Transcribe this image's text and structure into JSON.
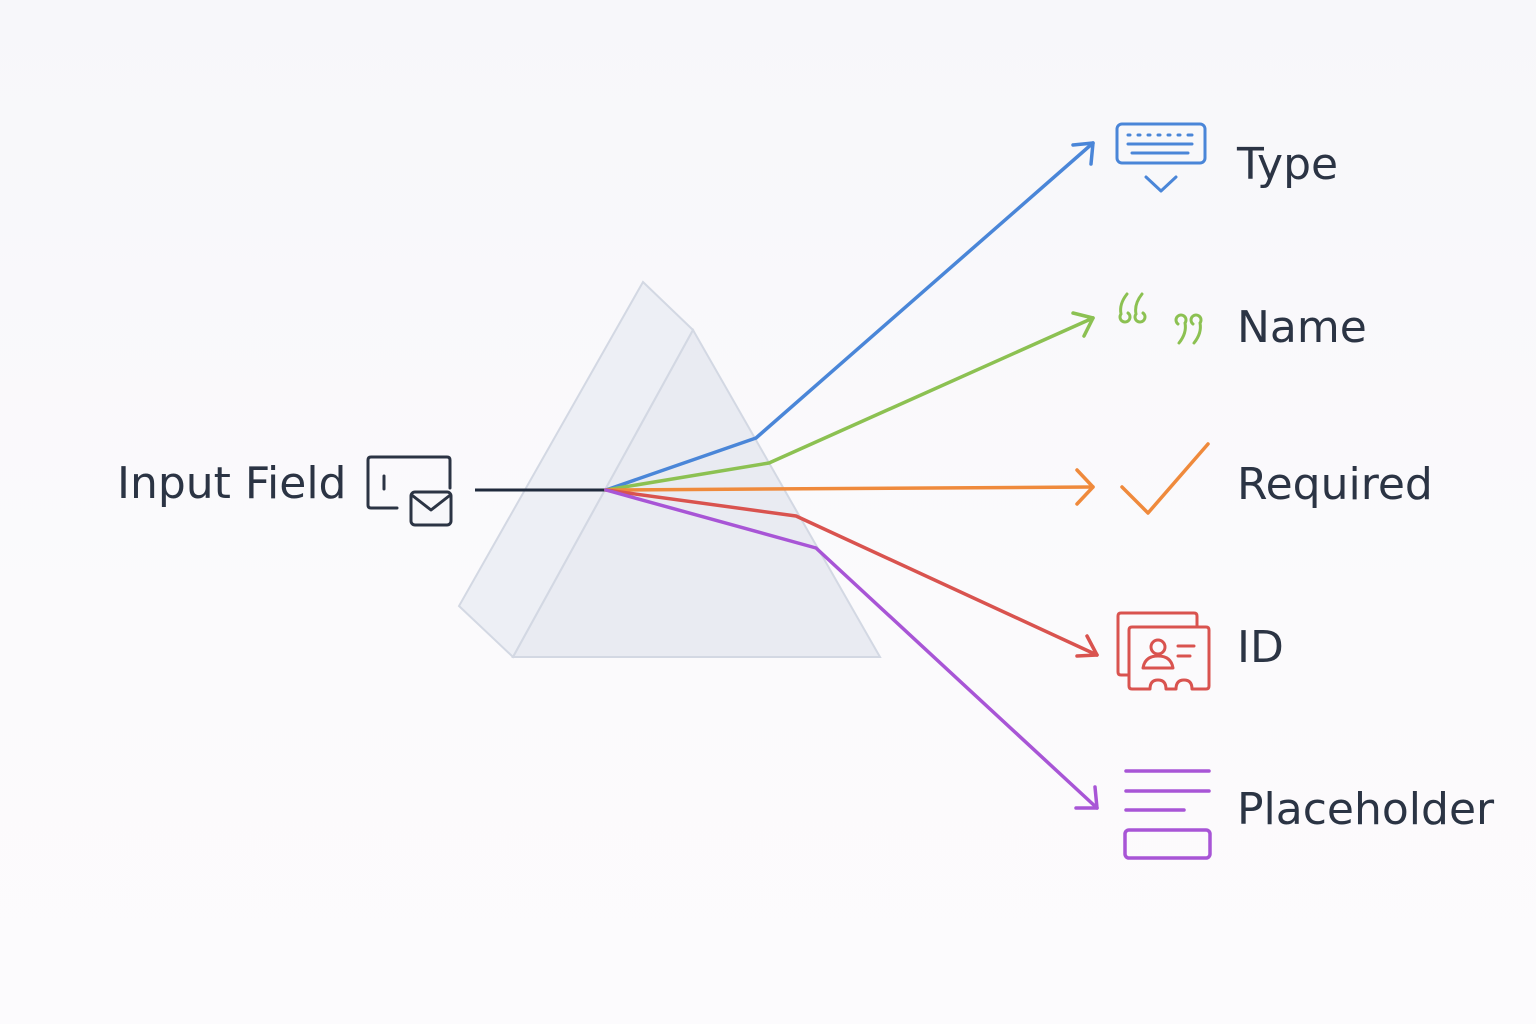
{
  "source": {
    "label": "Input Field",
    "icon": "input-field-envelope-icon",
    "beam_color": "#1f2a3c"
  },
  "prism": {
    "icon": "prism"
  },
  "outputs": [
    {
      "label": "Type",
      "icon": "keyboard-icon",
      "color": "#4a86d8"
    },
    {
      "label": "Name",
      "icon": "quotation-marks-icon",
      "color": "#8cc152"
    },
    {
      "label": "Required",
      "icon": "checkmark-icon",
      "color": "#ef8a3c"
    },
    {
      "label": "ID",
      "icon": "id-card-icon",
      "color": "#d9534f"
    },
    {
      "label": "Placeholder",
      "icon": "text-lines-icon",
      "color": "#a855d6"
    }
  ]
}
